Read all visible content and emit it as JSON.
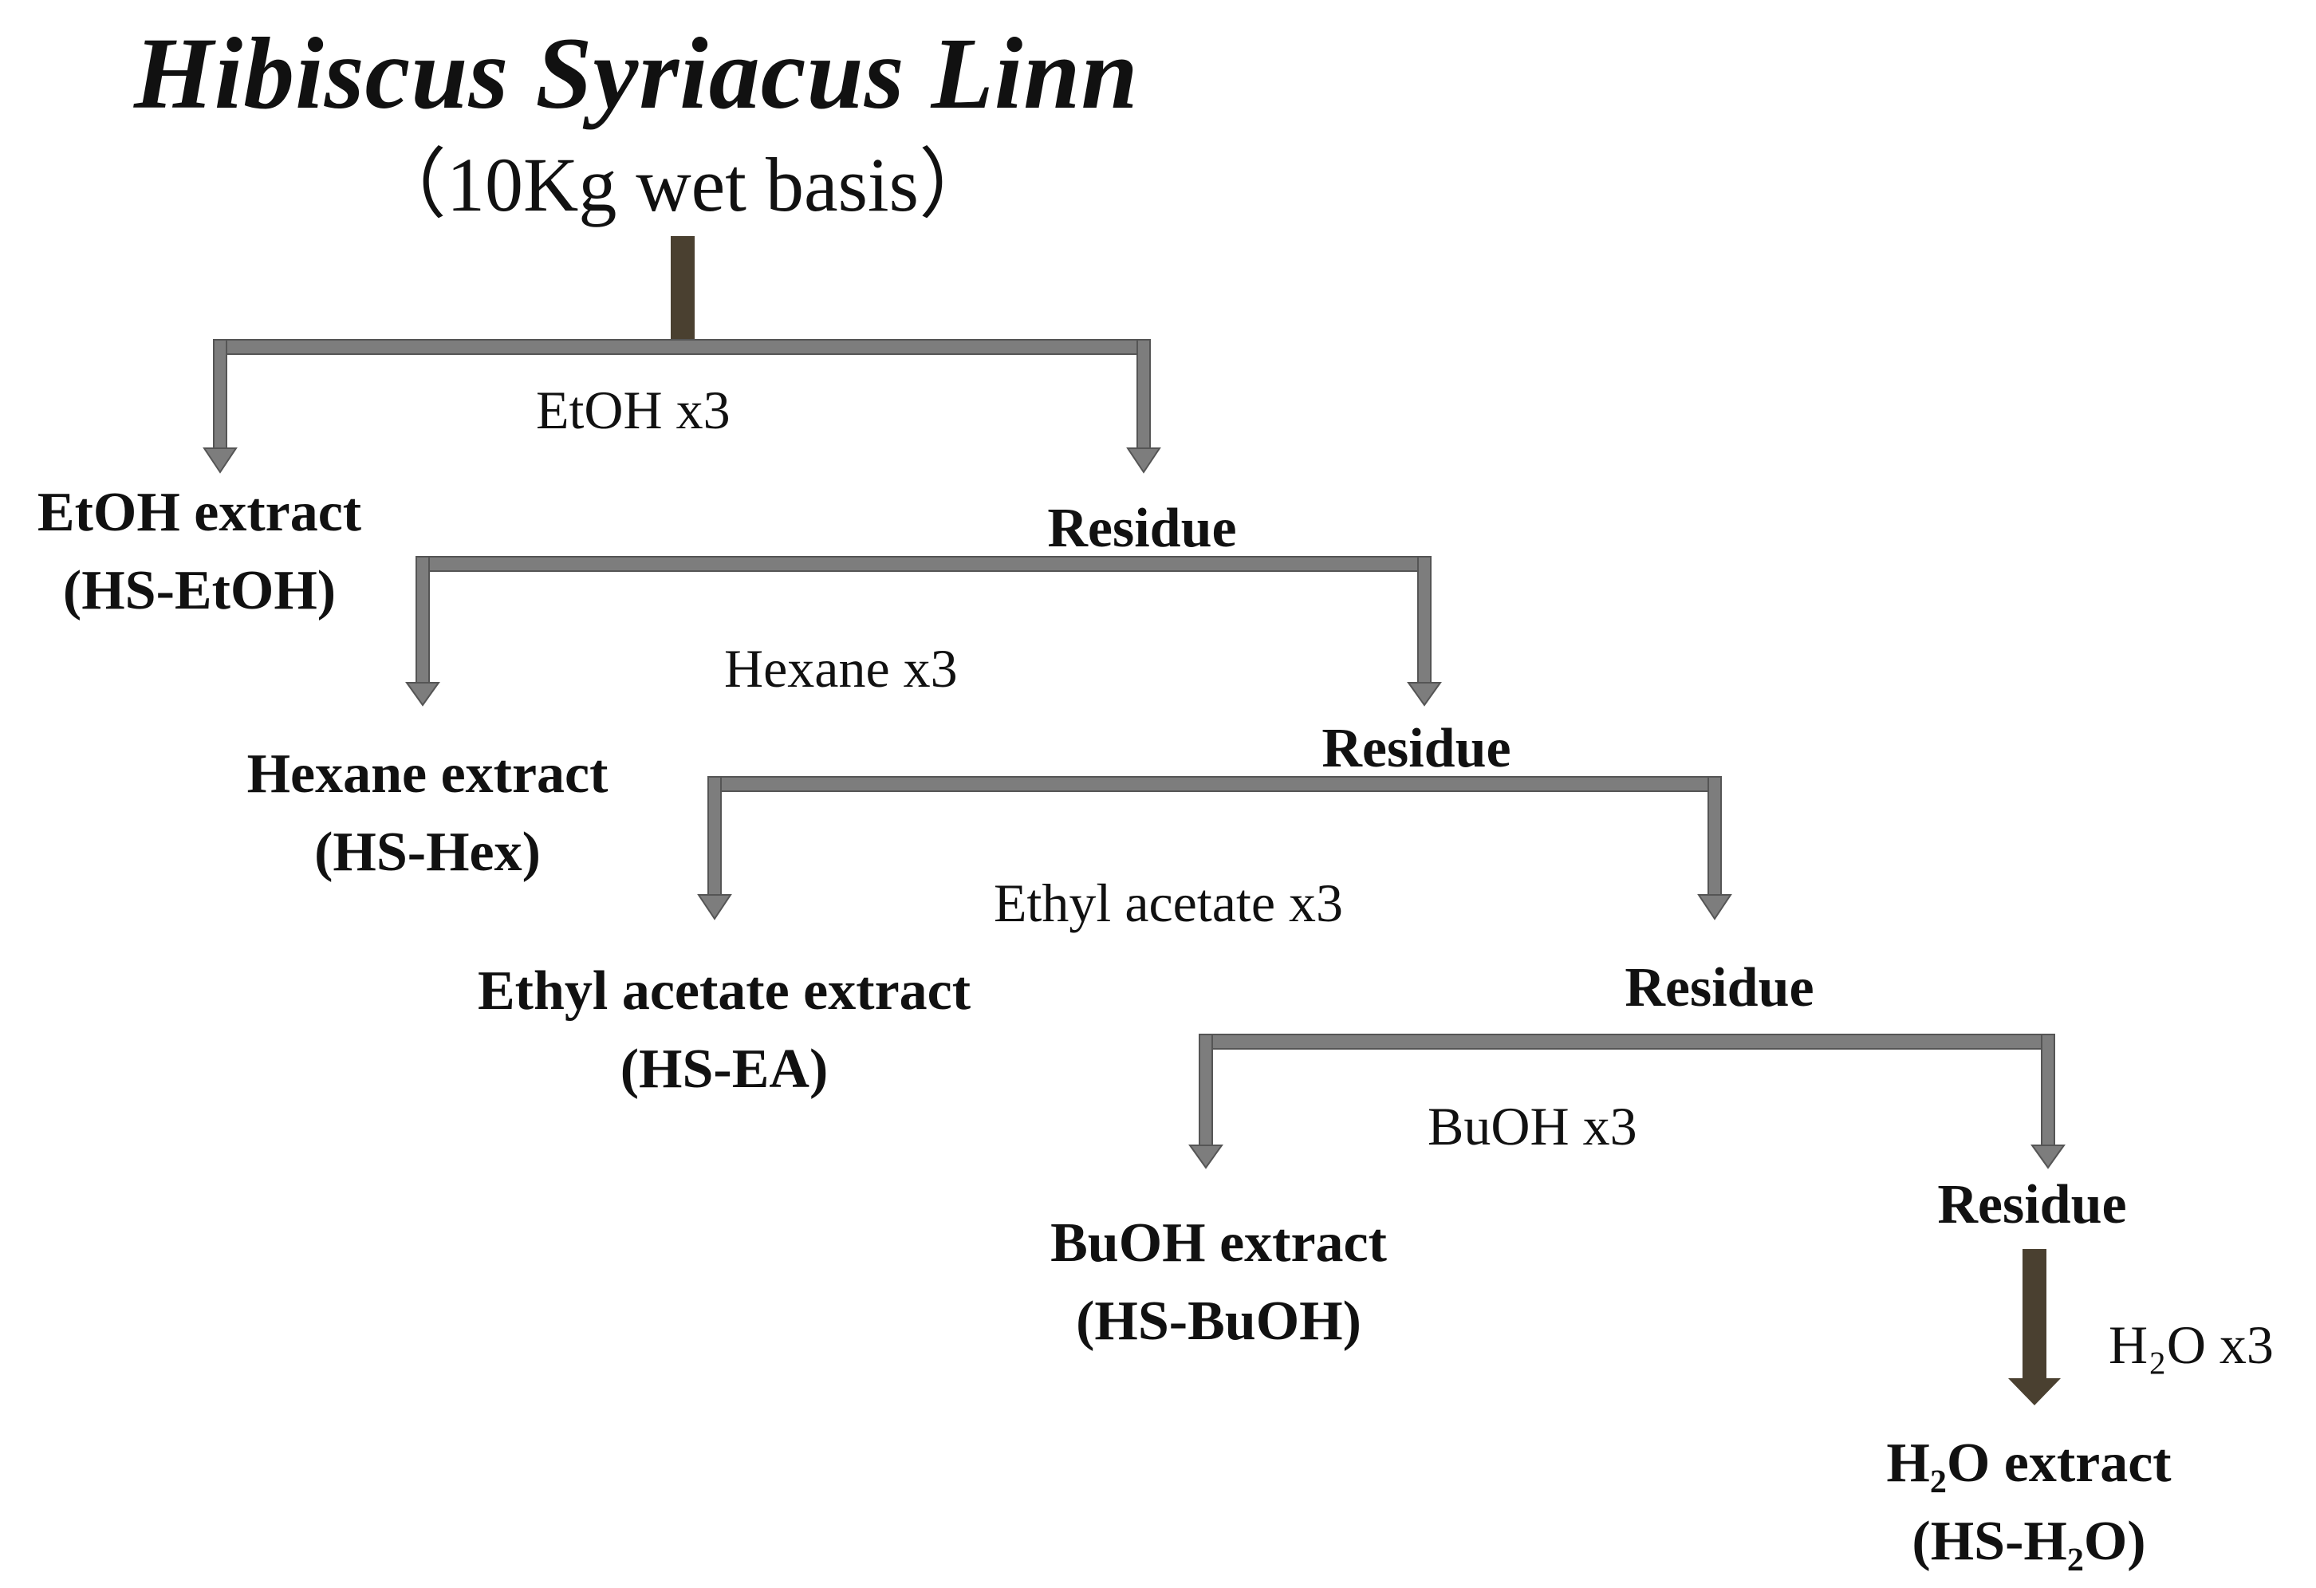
{
  "title": "Hibiscus Syriacus Linn",
  "subtitle": "（10Kg wet basis）",
  "colors": {
    "connector": "#7d7d7d",
    "connector_edge": "#555555",
    "stem": "#4a4030",
    "text": "#111111"
  },
  "steps": [
    {
      "solvent": "EtOH  x3",
      "extract_line1": "EtOH extract",
      "extract_line2": "(HS-EtOH)",
      "residue": "Residue"
    },
    {
      "solvent": "Hexane x3",
      "extract_line1": "Hexane extract",
      "extract_line2": "(HS-Hex)",
      "residue": "Residue"
    },
    {
      "solvent": "Ethyl acetate x3",
      "extract_line1": "Ethyl acetate extract",
      "extract_line2": "(HS-EA)",
      "residue": "Residue"
    },
    {
      "solvent": "BuOH x3",
      "extract_line1": "BuOH extract",
      "extract_line2": "(HS-BuOH)",
      "residue": "Residue"
    }
  ],
  "final": {
    "solvent": "H₂O x3",
    "extract_line1": "H₂O extract",
    "extract_line2": "(HS-H₂O)"
  }
}
